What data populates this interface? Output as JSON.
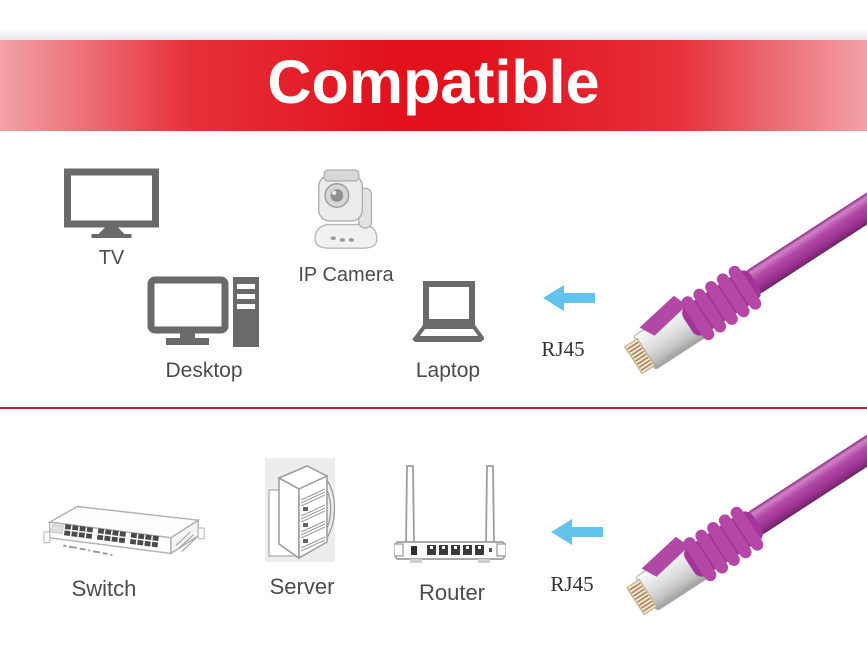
{
  "banner": {
    "title": "Compatible",
    "text_color": "#ffffff",
    "center_color": "#e2121d",
    "edge_color": "#f09aa1"
  },
  "divider_color": "#c22433",
  "top_section": {
    "devices": [
      {
        "label": "TV",
        "icon": "tv-icon"
      },
      {
        "label": "IP Camera",
        "icon": "ip-camera-icon"
      },
      {
        "label": "Desktop",
        "icon": "desktop-icon"
      },
      {
        "label": "Laptop",
        "icon": "laptop-icon"
      }
    ],
    "arrow_color": "#62c3ec",
    "connector_label": "RJ45"
  },
  "bottom_section": {
    "devices": [
      {
        "label": "Switch",
        "icon": "switch-icon"
      },
      {
        "label": "Server",
        "icon": "server-icon"
      },
      {
        "label": "Router",
        "icon": "router-icon"
      }
    ],
    "arrow_color": "#62c3ec",
    "connector_label": "RJ45"
  },
  "cable": {
    "name": "rj45-patch-cable",
    "color": "#a93a9c"
  },
  "icon_color": "#6a6a6a",
  "label_color": "#4b4b4b"
}
